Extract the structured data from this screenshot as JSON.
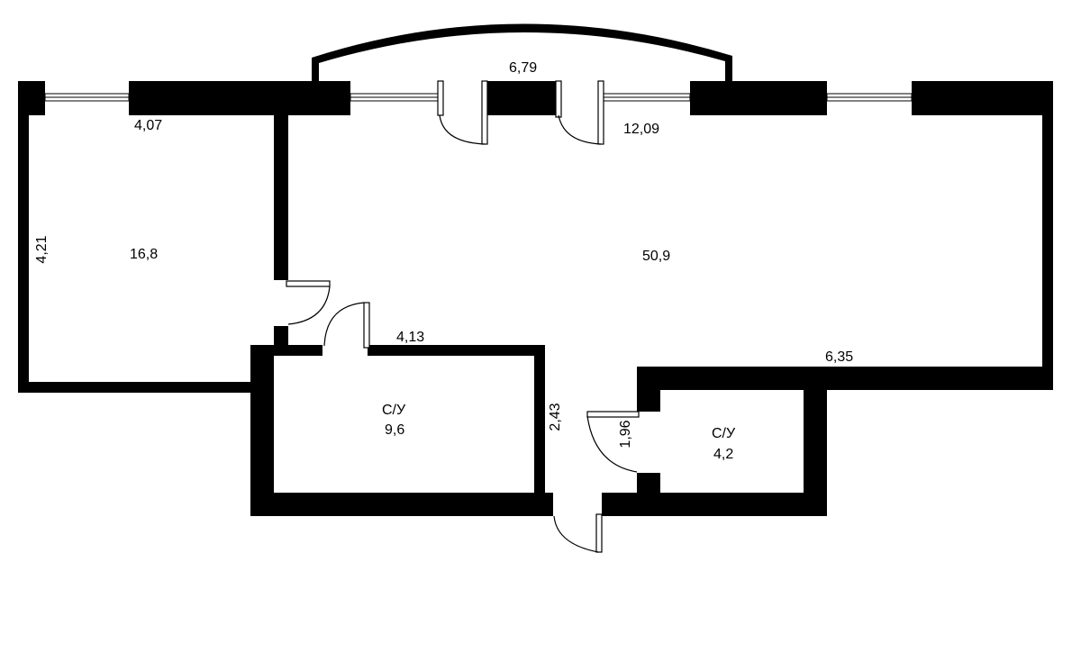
{
  "rooms": {
    "left_room": {
      "area": "16,8"
    },
    "main_room": {
      "area": "50,9"
    },
    "bathroom_large": {
      "name": "С/У",
      "area": "9,6"
    },
    "bathroom_small": {
      "name": "С/У",
      "area": "4,2"
    }
  },
  "dimensions": {
    "left_width": "4,07",
    "left_height": "4,21",
    "bay_width": "6,79",
    "main_width": "12,09",
    "bath_large_width": "4,13",
    "bath_large_height": "2,43",
    "bath_small_height": "1,96",
    "bath_small_top": "6,35"
  },
  "colors": {
    "wall": "#000000",
    "background": "#ffffff"
  }
}
